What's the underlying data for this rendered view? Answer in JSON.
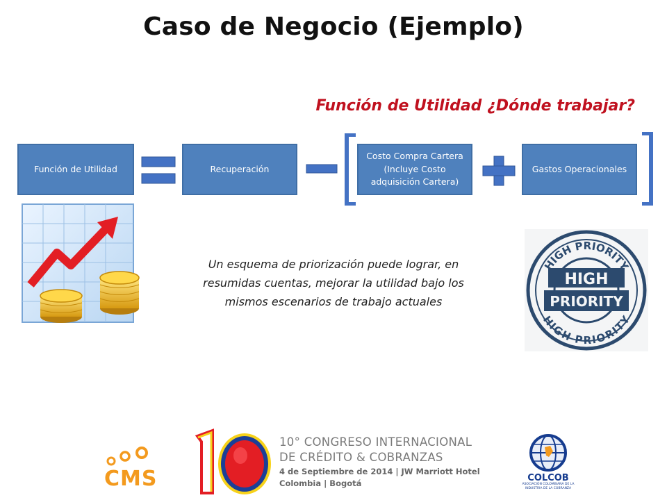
{
  "slide": {
    "title": "Caso de Negocio (Ejemplo)",
    "subtitle": "Función de Utilidad ¿Dónde trabajar?",
    "body_text": "Un esquema de priorización puede lograr, en resumidas cuentas, mejorar la utilidad bajo los mismos escenarios de trabajo actuales"
  },
  "equation": {
    "box1": "Función de Utilidad",
    "box2": "Recuperación",
    "box3": "Costo Compra Cartera (Incluye Costo adquisición Cartera)",
    "box4": "Gastos Operacionales",
    "box_color": "#4f81bd",
    "operator_color": "#4472c4"
  },
  "images": {
    "chart_icon": "growth-chart-with-coins-icon",
    "stamp_top": "HIGH PRIORITY",
    "stamp_center_1": "HIGH",
    "stamp_center_2": "PRIORITY",
    "stamp_bottom": "HIGH PRIORITY",
    "stamp_color": "#2c4a6e"
  },
  "footer": {
    "cms_text": "CMS",
    "congress_number": "10°",
    "congress_line1": "10° CONGRESO INTERNACIONAL",
    "congress_line2": "DE CRÉDITO & COBRANZAS",
    "congress_line3": "4 de Septiembre de 2014 | JW Marriott Hotel",
    "congress_line4": "Colombia | Bogotá",
    "colcob_name": "COLCOB",
    "colcob_subtitle": "ASOCIACIÓN COLOMBIANA DE LA INDUSTRIA DE LA COBRANZA"
  }
}
